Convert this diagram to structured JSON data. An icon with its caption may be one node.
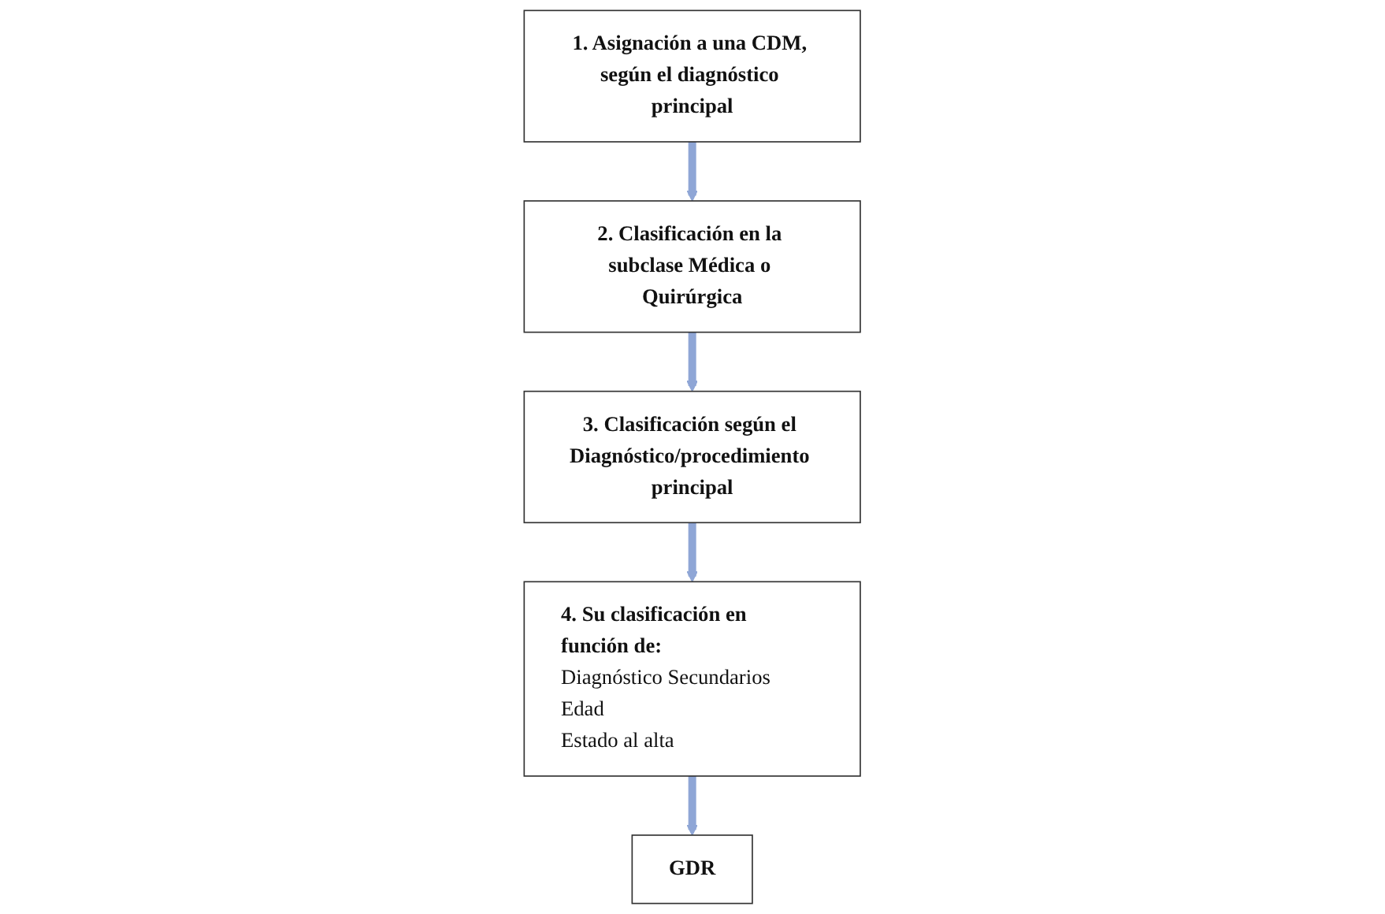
{
  "diagram": {
    "nodes": [
      {
        "text": [
          "1. Asignación a una CDM, según el diagnóstico principal"
        ]
      },
      {
        "text": [
          "2. Clasificación en la subclase Médica o Quirúrgica"
        ]
      },
      {
        "text": [
          "3. Clasificación según el Diagnóstico/procedimiento principal"
        ]
      },
      {
        "text": [
          "4. Su clasificación en función de:",
          "Diagnóstico Secundarios",
          "Edad",
          "Estado al alta"
        ]
      },
      {
        "text": [
          "GDR"
        ]
      }
    ],
    "edges": [
      {
        "from": 0,
        "to": 1,
        "arrow": "to"
      },
      {
        "from": 1,
        "to": 2,
        "arrow": "to"
      },
      {
        "from": 2,
        "to": 3,
        "arrow": "to"
      },
      {
        "from": 3,
        "to": 4,
        "arrow": "to"
      }
    ]
  }
}
